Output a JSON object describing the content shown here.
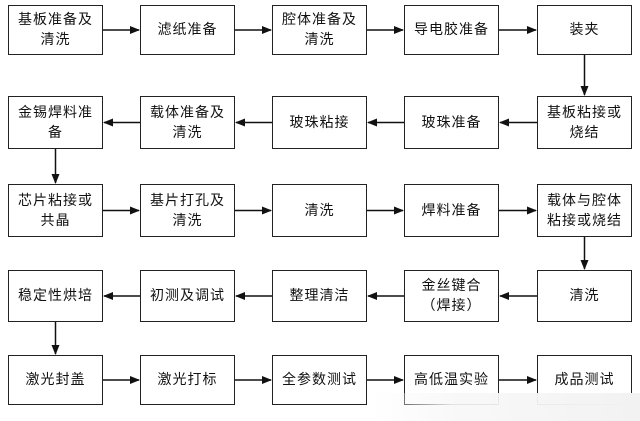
{
  "rows": [
    {
      "direction": "right",
      "steps": [
        {
          "id": "r1c1",
          "label": "基板准备及\n清洗"
        },
        {
          "id": "r1c2",
          "label": "滤纸准备"
        },
        {
          "id": "r1c3",
          "label": "腔体准备及\n清洗"
        },
        {
          "id": "r1c4",
          "label": "导电胶准备"
        },
        {
          "id": "r1c5",
          "label": "装夹"
        }
      ]
    },
    {
      "direction": "left",
      "steps": [
        {
          "id": "r2c1",
          "label": "金锡焊料准\n备"
        },
        {
          "id": "r2c2",
          "label": "载体准备及\n清洗"
        },
        {
          "id": "r2c3",
          "label": "玻珠粘接"
        },
        {
          "id": "r2c4",
          "label": "玻珠准备"
        },
        {
          "id": "r2c5",
          "label": "基板粘接或\n烧结"
        }
      ]
    },
    {
      "direction": "right",
      "steps": [
        {
          "id": "r3c1",
          "label": "芯片粘接或\n共晶"
        },
        {
          "id": "r3c2",
          "label": "基片打孔及\n清洗"
        },
        {
          "id": "r3c3",
          "label": "清洗"
        },
        {
          "id": "r3c4",
          "label": "焊料准备"
        },
        {
          "id": "r3c5",
          "label": "载体与腔体\n粘接或烧结"
        }
      ]
    },
    {
      "direction": "left",
      "steps": [
        {
          "id": "r4c1",
          "label": "稳定性烘培"
        },
        {
          "id": "r4c2",
          "label": "初测及调试"
        },
        {
          "id": "r4c3",
          "label": "整理清洁"
        },
        {
          "id": "r4c4",
          "label": "金丝键合\n（焊接）"
        },
        {
          "id": "r4c5",
          "label": "清洗"
        }
      ]
    },
    {
      "direction": "right",
      "steps": [
        {
          "id": "r5c1",
          "label": "激光封盖"
        },
        {
          "id": "r5c2",
          "label": "激光打标"
        },
        {
          "id": "r5c3",
          "label": "全参数测试"
        },
        {
          "id": "r5c4",
          "label": "高低温实验"
        },
        {
          "id": "r5c5",
          "label": "成品测试"
        }
      ]
    }
  ],
  "row_transitions": [
    {
      "from_row": 1,
      "to_row": 2,
      "column": 5
    },
    {
      "from_row": 2,
      "to_row": 3,
      "column": 1
    },
    {
      "from_row": 3,
      "to_row": 4,
      "column": 5
    },
    {
      "from_row": 4,
      "to_row": 5,
      "column": 1
    }
  ],
  "colors": {
    "border": "#222222",
    "arrow": "#111111",
    "text": "#111111"
  }
}
